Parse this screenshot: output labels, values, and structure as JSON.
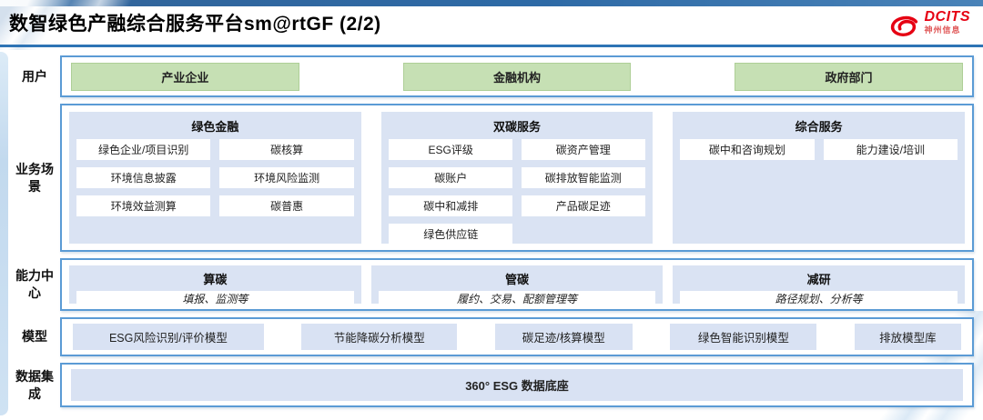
{
  "header": {
    "title": "数智绿色产融综合服务平台sm@rtGF (2/2)",
    "logo_name": "DCITS",
    "logo_subtitle": "神州信息"
  },
  "users": {
    "label": "用户",
    "items": [
      "产业企业",
      "金融机构",
      "政府部门"
    ]
  },
  "scenarios": {
    "label": "业务场景",
    "columns": [
      {
        "title": "绿色金融",
        "items": [
          "绿色企业/项目识别",
          "碳核算",
          "环境信息披露",
          "环境风险监测",
          "环境效益测算",
          "碳普惠"
        ]
      },
      {
        "title": "双碳服务",
        "items": [
          "ESG评级",
          "碳资产管理",
          "碳账户",
          "碳排放智能监测",
          "碳中和减排",
          "产品碳足迹",
          "绿色供应链"
        ]
      },
      {
        "title": "综合服务",
        "items": [
          "碳中和咨询规划",
          "能力建设/培训"
        ]
      }
    ]
  },
  "capabilities": {
    "label": "能力中心",
    "items": [
      {
        "title": "算碳",
        "desc": "填报、监测等"
      },
      {
        "title": "管碳",
        "desc": "履约、交易、配额管理等"
      },
      {
        "title": "减研",
        "desc": "路径规划、分析等"
      }
    ]
  },
  "models": {
    "label": "模型",
    "items": [
      "ESG风险识别/评价模型",
      "节能降碳分析模型",
      "碳足迹/核算模型",
      "绿色智能识别模型",
      "排放模型库"
    ]
  },
  "data_integration": {
    "label": "数据集成",
    "item": "360° ESG 数据底座"
  },
  "colors": {
    "border_blue": "#5b9bd5",
    "title_rule_blue": "#2e74b5",
    "green_fill": "#c6e0b4",
    "panel_fill": "#dae3f3",
    "logo_red": "#e60012"
  }
}
